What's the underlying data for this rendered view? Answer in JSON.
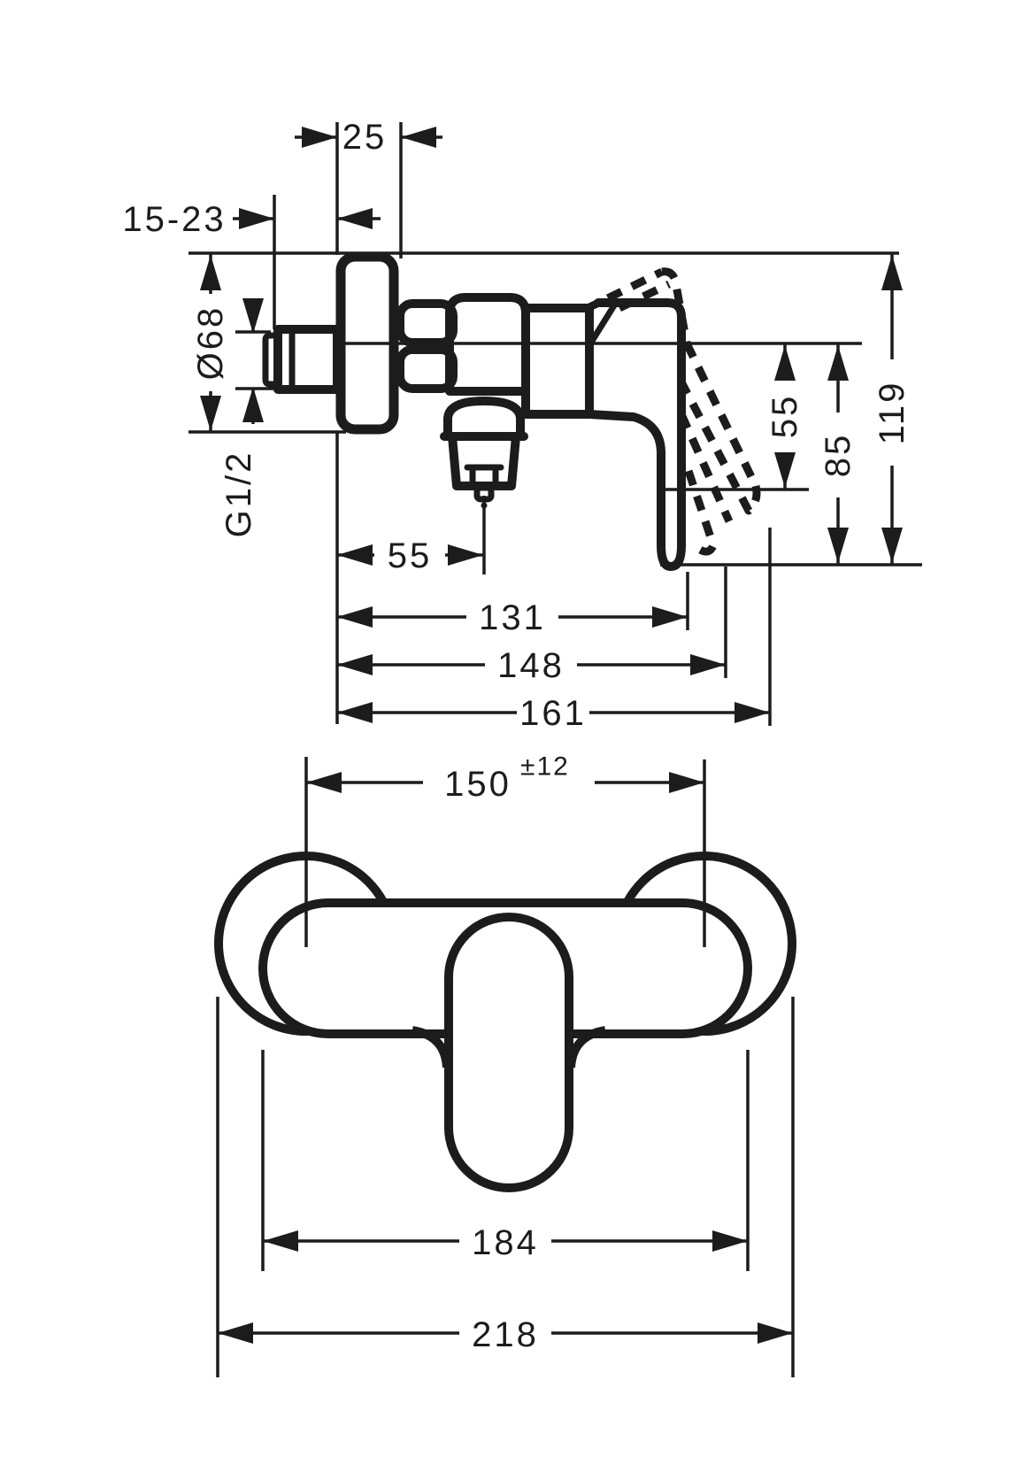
{
  "dims": {
    "d25": "25",
    "d15_23": "15-23",
    "dia68": "Ø68",
    "thread": "G1/2",
    "d55_wall": "55",
    "d131": "131",
    "d148": "148",
    "d161": "161",
    "d55_drop": "55",
    "d85": "85",
    "d119": "119",
    "d150": "150",
    "d150_tol": "±12",
    "d184": "184",
    "d218": "218"
  },
  "colors": {
    "line": "#1c1c1c",
    "background": "#ffffff"
  }
}
